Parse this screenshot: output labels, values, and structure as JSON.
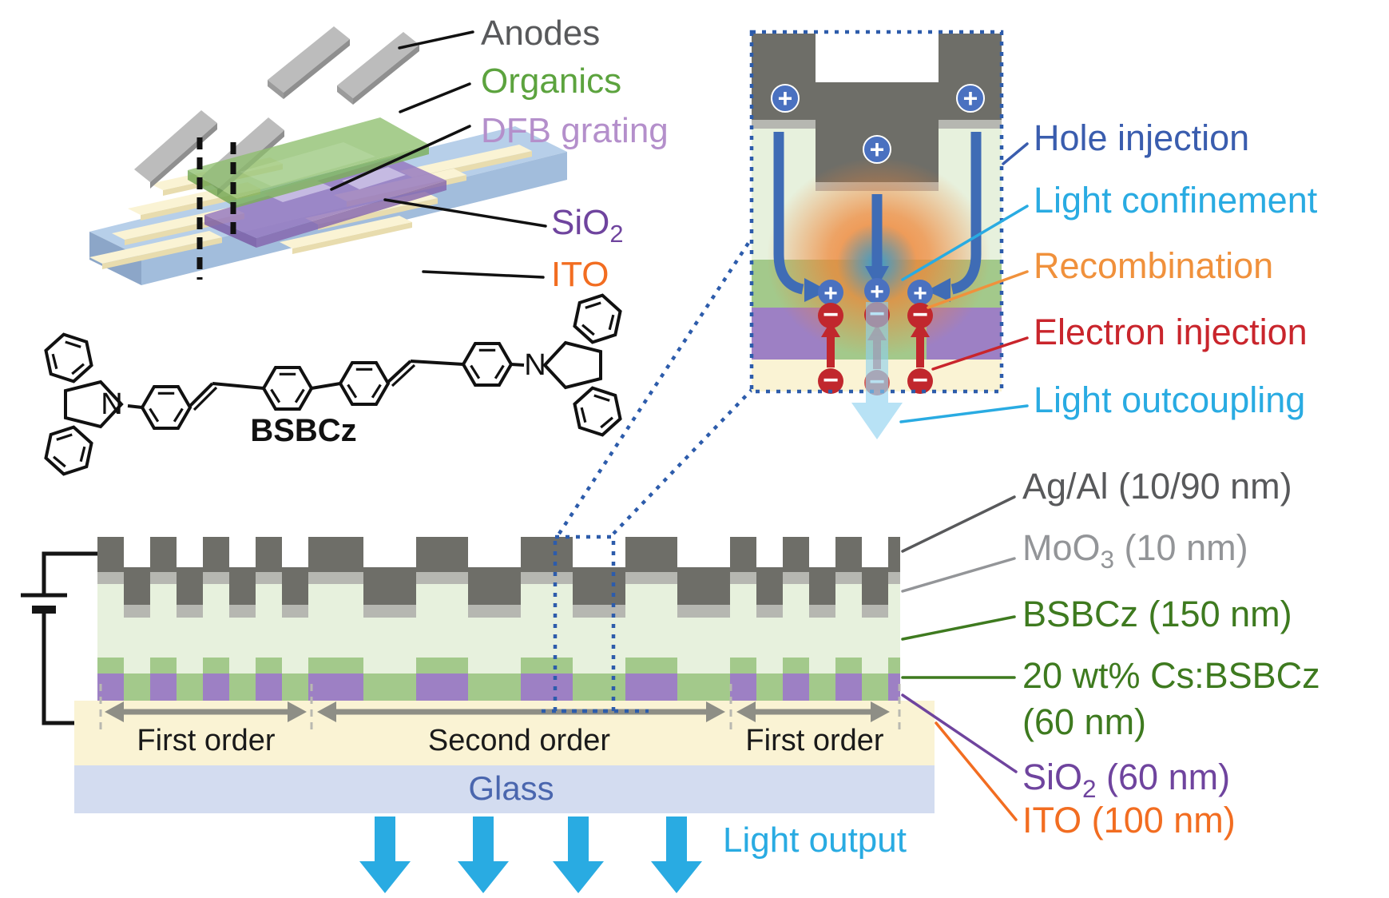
{
  "colors": {
    "anodes_gray": "#58595B",
    "organics_green": "#5CA33E",
    "dfb_lavender": "#B48FCB",
    "sio2_purple": "#6F449E",
    "ito_orange": "#F26D21",
    "hole_blue": "#3A5DAE",
    "cyan": "#29ABE2",
    "recomb_orange": "#F0913C",
    "electron_red": "#C9252C",
    "agal_gray": "#58595B",
    "moo3_gray": "#939598",
    "bsbcz_green": "#3E7A1F",
    "glass_blue": "#4A66AE",
    "order_black": "#1A1A1A"
  },
  "device3d": {
    "anodes": "Anodes",
    "organics": "Organics",
    "dfb_grating": "DFB grating",
    "sio2_pre": "SiO",
    "sio2_sub": "2",
    "ito": "ITO"
  },
  "molecule": {
    "name": "BSBCz",
    "nitrogen": "N"
  },
  "inset": {
    "hole_injection": "Hole injection",
    "light_confinement": "Light confinement",
    "recombination": "Recombination",
    "electron_injection": "Electron injection",
    "light_outcoupling": "Light outcoupling",
    "plus": "+",
    "minus": "−"
  },
  "cross_section": {
    "first_order_left": "First order",
    "second_order": "Second order",
    "first_order_right": "First order",
    "glass": "Glass",
    "light_output": "Light output",
    "layers": {
      "agal": "Ag/Al (10/90 nm)",
      "moo3_pre": "MoO",
      "moo3_sub": "3",
      "moo3_post": " (10 nm)",
      "bsbcz": "BSBCz (150 nm)",
      "cs_bsbcz_line1": "20 wt% Cs:BSBCz",
      "cs_bsbcz_line2": "(60 nm)",
      "sio2_pre": "SiO",
      "sio2_sub": "2",
      "sio2_post": " (60 nm)",
      "ito": "ITO (100 nm)"
    }
  }
}
